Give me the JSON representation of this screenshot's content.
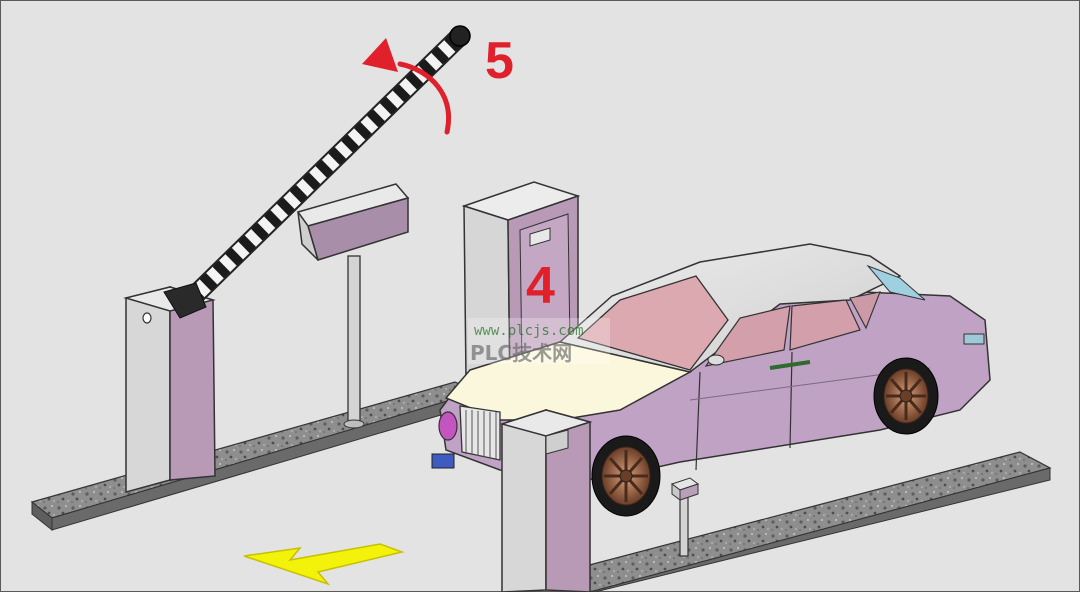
{
  "labels": {
    "step_barrier": "5",
    "step_terminal": "4"
  },
  "watermark": {
    "url": "www.plcjs.com",
    "name": "PLC技术网"
  },
  "icons": {
    "rotation": "curved-rotation-arrow-icon",
    "direction": "exit-direction-arrow-icon"
  },
  "colors": {
    "background": "#e3e3e3",
    "label_red": "#e0202a",
    "arrow_red": "#e0202a",
    "arrow_yellow": "#f2f20a",
    "machine_purple": "#b99ab8",
    "machine_grey": "#d9d9d9",
    "car_body": "#bfa2c4",
    "car_roof": "#dcdcdc",
    "car_hood": "#fbf7dc",
    "glass": "#dca9b0",
    "boom_black": "#1c1c1c",
    "boom_white": "#f4f4f4",
    "concrete": "#8d8d8d"
  }
}
